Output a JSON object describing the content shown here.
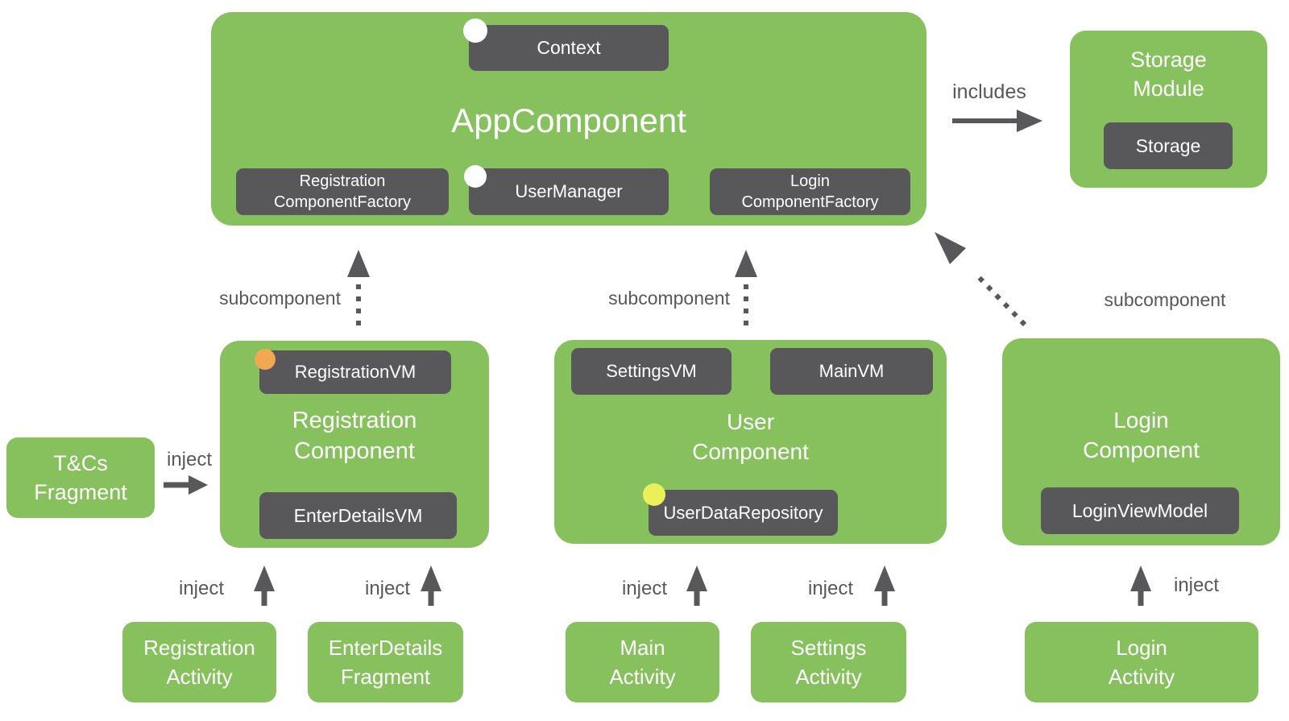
{
  "colors": {
    "background": "#FFFFFF",
    "green": "#86C15E",
    "dark": "#58585A",
    "arrow": "#58585A",
    "white_dot": "#FFFFFF",
    "orange_dot": "#F0A852",
    "yellow_dot": "#EAF157"
  },
  "app_component": {
    "title": "AppComponent",
    "context": "Context",
    "registration_factory": "Registration\nComponentFactory",
    "user_manager": "UserManager",
    "login_factory": "Login\nComponentFactory"
  },
  "storage_module": {
    "title": "Storage\nModule",
    "storage": "Storage"
  },
  "registration_component": {
    "title": "Registration\nComponent",
    "registration_vm": "RegistrationVM",
    "enter_details_vm": "EnterDetailsVM"
  },
  "user_component": {
    "title": "User\nComponent",
    "settings_vm": "SettingsVM",
    "main_vm": "MainVM",
    "user_data_repository": "UserDataRepository"
  },
  "login_component": {
    "title": "Login\nComponent",
    "login_view_model": "LoginViewModel"
  },
  "tcs_fragment": {
    "title": "T&Cs\nFragment"
  },
  "activities": {
    "registration_activity": "Registration\nActivity",
    "enterdetails_fragment": "EnterDetails\nFragment",
    "main_activity": "Main\nActivity",
    "settings_activity": "Settings\nActivity",
    "login_activity": "Login\nActivity"
  },
  "labels": {
    "includes": "includes",
    "subcomponent_registration": "subcomponent",
    "subcomponent_user": "subcomponent",
    "subcomponent_login": "subcomponent",
    "inject_tcs": "inject",
    "inject_registration": "inject",
    "inject_enterdetails": "inject",
    "inject_main": "inject",
    "inject_settings": "inject",
    "inject_login": "inject"
  }
}
